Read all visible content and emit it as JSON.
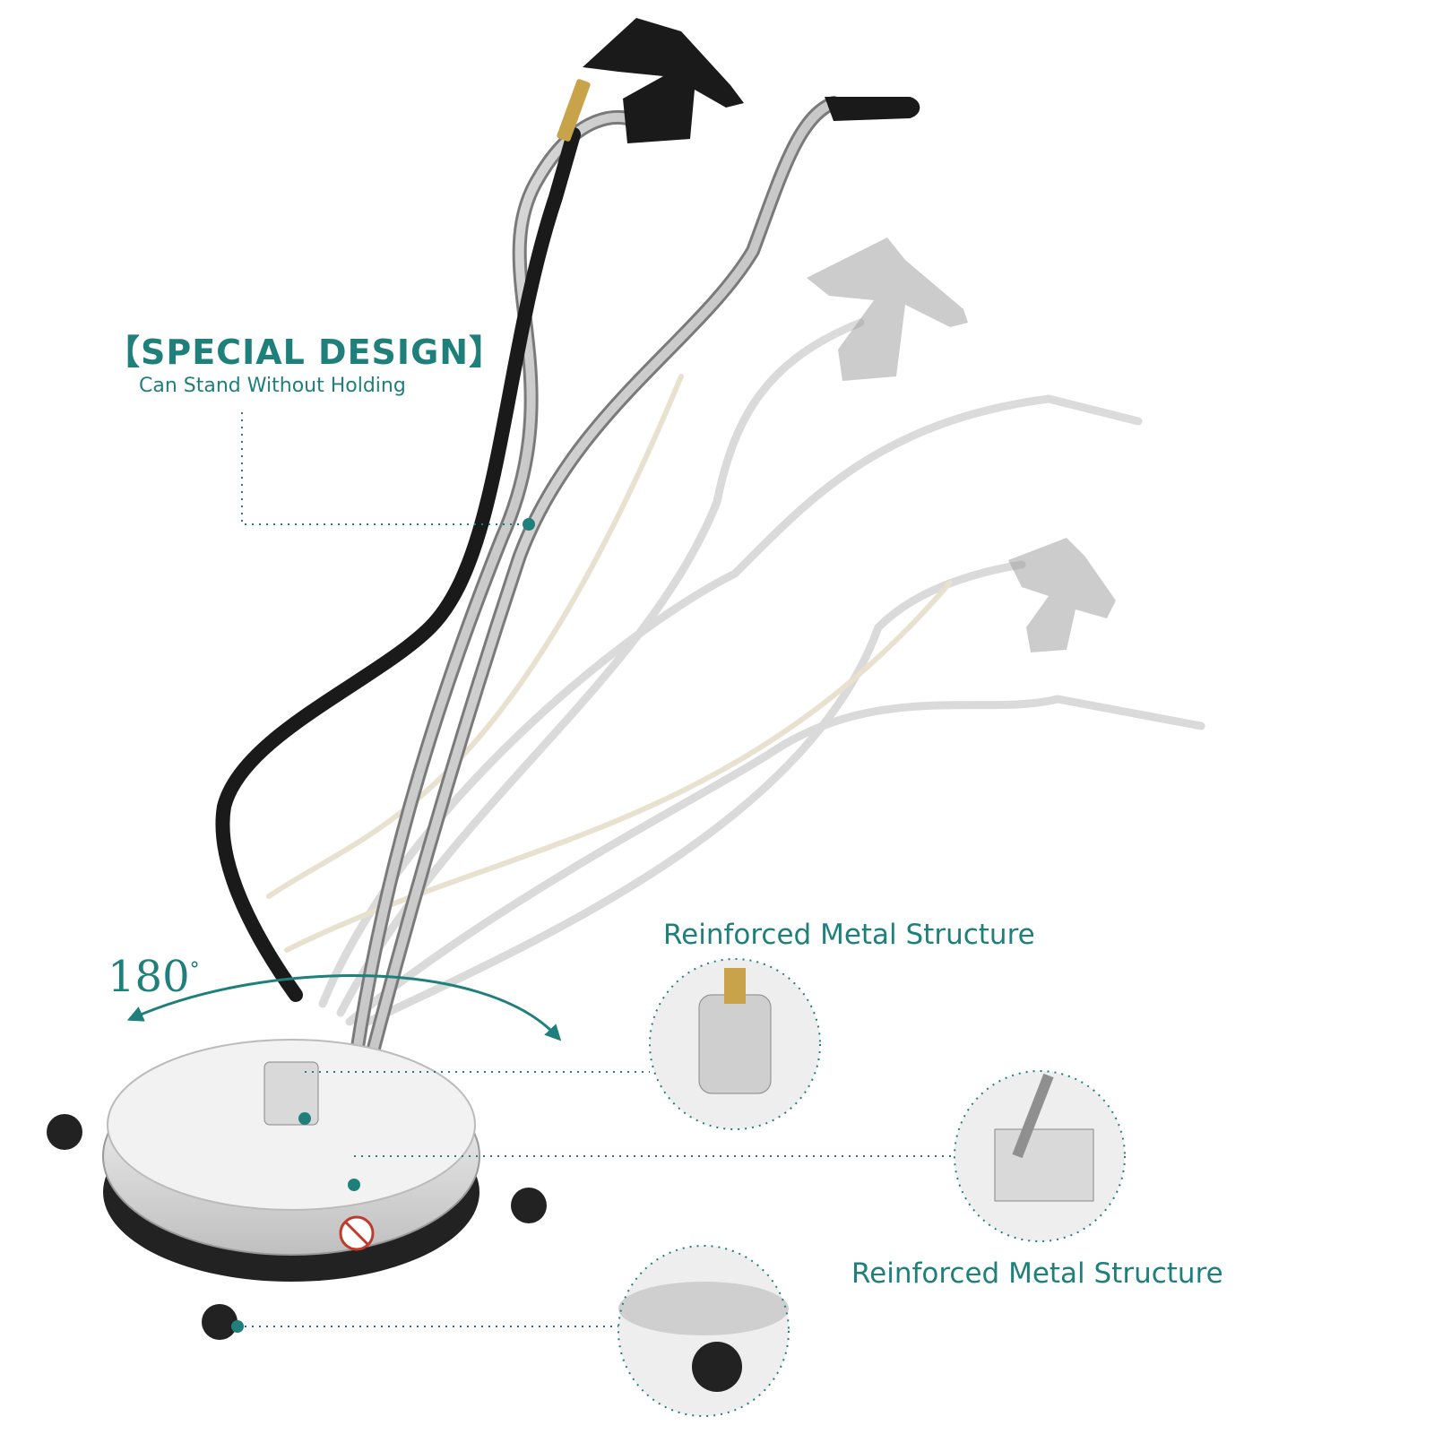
{
  "callouts": {
    "special_design_title": "【SPECIAL DESIGN】",
    "special_design_subtitle": "Can Stand Without Holding",
    "reinforced_top": "Reinforced Metal Structure",
    "reinforced_bottom": "Reinforced Metal Structure"
  },
  "rotation": {
    "value": "180",
    "unit": "°"
  },
  "colors": {
    "accent": "#1e7f7b",
    "steel": "#c9c9c9",
    "hose": "#1a1a1a",
    "ghost": "#bdbdbd"
  }
}
